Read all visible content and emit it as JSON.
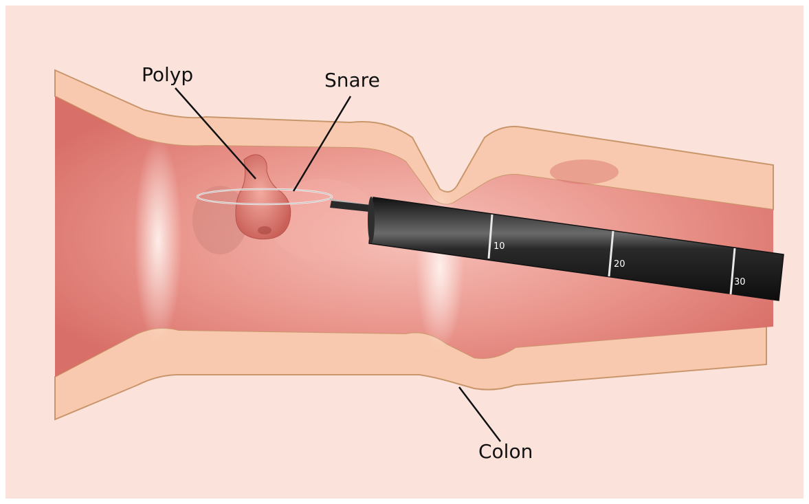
{
  "labels": {
    "polyp": "Polyp",
    "snare": "Snare",
    "colon": "Colon"
  },
  "scope_markings": [
    "10",
    "20",
    "30"
  ],
  "colors": {
    "background": "#fbe3dc",
    "colon_wall": "#f8c9ae",
    "colon_wall_outline": "#c9966b",
    "lumen": "#e88f87",
    "polyp": "#d9786f",
    "endoscope": "#1e1e1e"
  }
}
